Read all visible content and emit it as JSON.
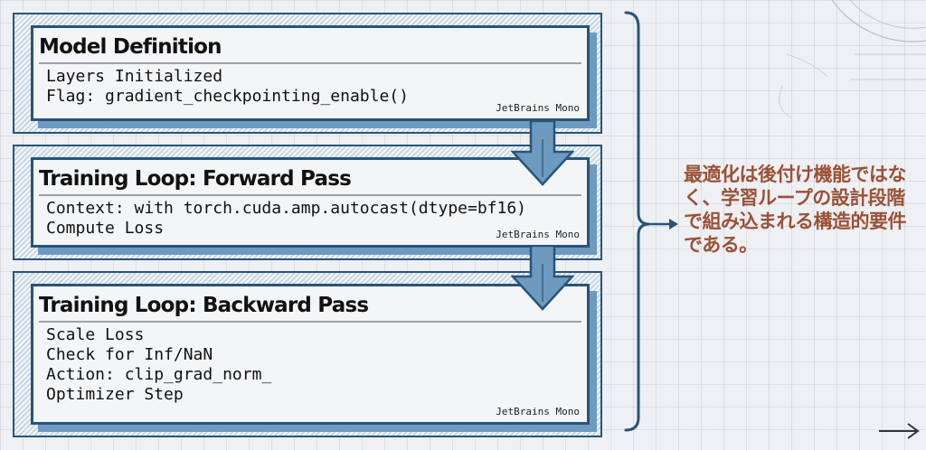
{
  "stages": [
    {
      "title": "Model Definition",
      "lines": [
        "Layers Initialized",
        "Flag: gradient_checkpointing_enable()"
      ],
      "font_tag": "JetBrains Mono"
    },
    {
      "title": "Training Loop: Forward Pass",
      "lines": [
        "Context: with torch.cuda.amp.autocast(dtype=bf16)",
        "Compute Loss"
      ],
      "font_tag": "JetBrains Mono"
    },
    {
      "title": "Training Loop: Backward Pass",
      "lines": [
        "Scale Loss",
        "Check for Inf/NaN",
        "Action: clip_grad_norm_",
        "Optimizer Step"
      ],
      "font_tag": "JetBrains Mono"
    }
  ],
  "summary": {
    "text": "最適化は後付け機能ではなく、学習ループの設計段階で組み込まれる構造的要件である。"
  },
  "colors": {
    "frame": "#285479",
    "accent_fill": "#6f9ac0",
    "caption_text": "#9a5237"
  },
  "navigation": {
    "next_icon": "right-arrow-icon"
  }
}
